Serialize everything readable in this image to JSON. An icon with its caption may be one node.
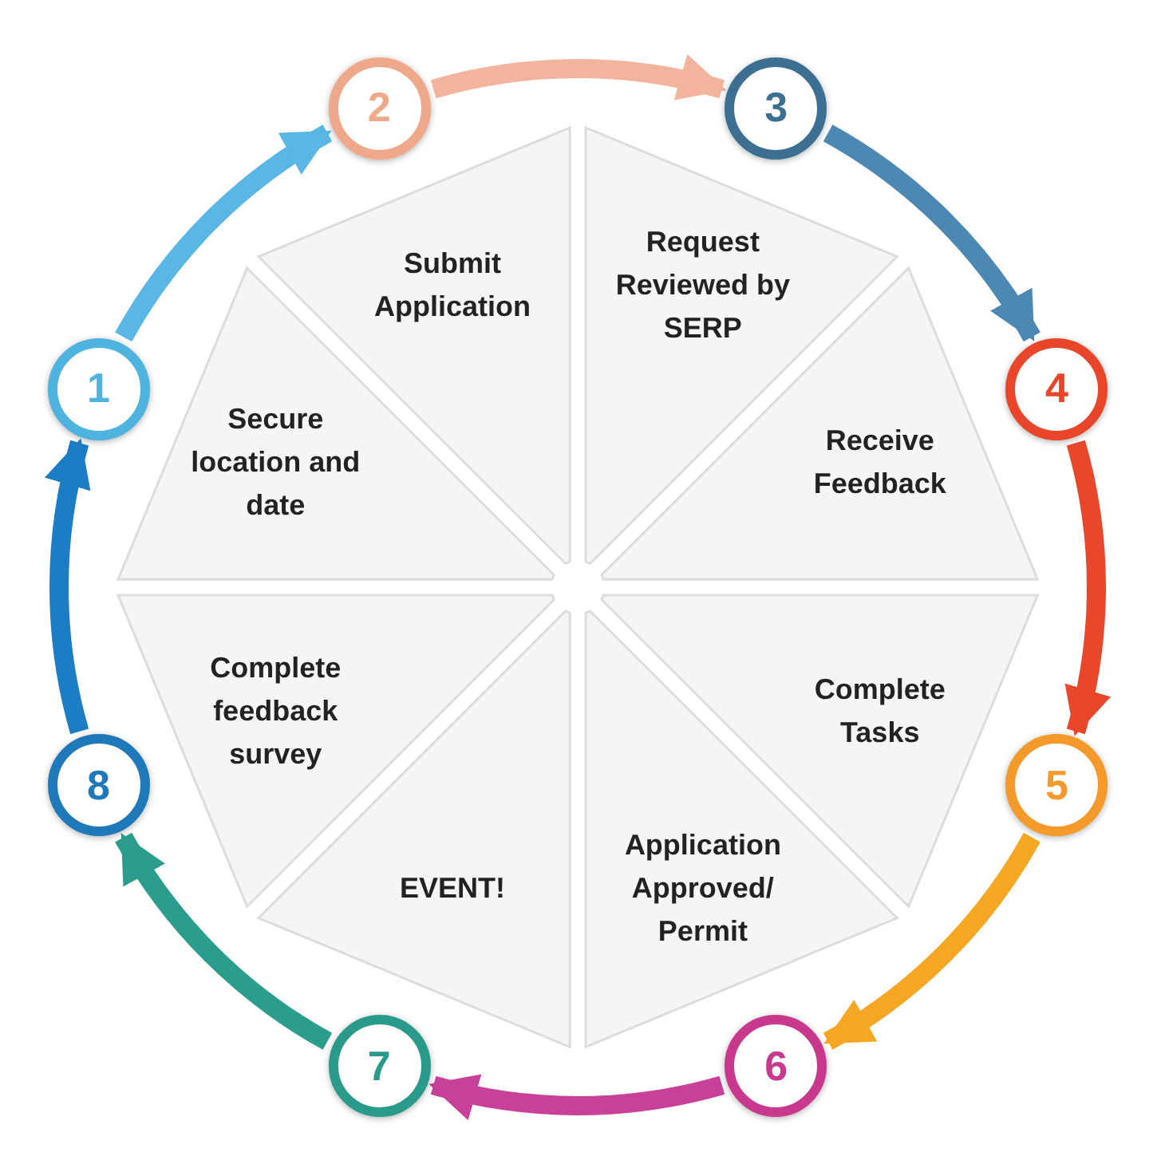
{
  "diagram": {
    "nodes": [
      {
        "text": [
          "1"
        ]
      },
      {
        "text": [
          "2"
        ]
      },
      {
        "text": [
          "3"
        ]
      },
      {
        "text": [
          "4"
        ]
      },
      {
        "text": [
          "5"
        ]
      },
      {
        "text": [
          "6"
        ]
      },
      {
        "text": [
          "7"
        ]
      },
      {
        "text": [
          "8"
        ]
      },
      {
        "text": [
          "Secure location and date"
        ]
      },
      {
        "text": [
          "Submit Application"
        ]
      },
      {
        "text": [
          "Request Reviewed by SERP"
        ]
      },
      {
        "text": [
          "Receive Feedback"
        ]
      },
      {
        "text": [
          "Complete Tasks"
        ]
      },
      {
        "text": [
          "Application Approved/ Permit"
        ]
      },
      {
        "text": [
          "EVENT!"
        ]
      },
      {
        "text": [
          "Complete feedback survey"
        ]
      }
    ],
    "edges": [
      {
        "from": 0,
        "to": 1,
        "arrow": "to",
        "color": "#5ab6e4"
      },
      {
        "from": 1,
        "to": 2,
        "arrow": "to",
        "color": "#f2b49c"
      },
      {
        "from": 2,
        "to": 3,
        "arrow": "to",
        "color": "#4d88b2"
      },
      {
        "from": 3,
        "to": 4,
        "arrow": "to",
        "color": "#e9472b"
      },
      {
        "from": 4,
        "to": 5,
        "arrow": "to",
        "color": "#f5a623"
      },
      {
        "from": 5,
        "to": 6,
        "arrow": "to",
        "color": "#c8409a"
      },
      {
        "from": 6,
        "to": 7,
        "arrow": "to",
        "color": "#2b9d8c"
      },
      {
        "from": 7,
        "to": 0,
        "arrow": "to",
        "color": "#1c7cc4"
      }
    ]
  }
}
